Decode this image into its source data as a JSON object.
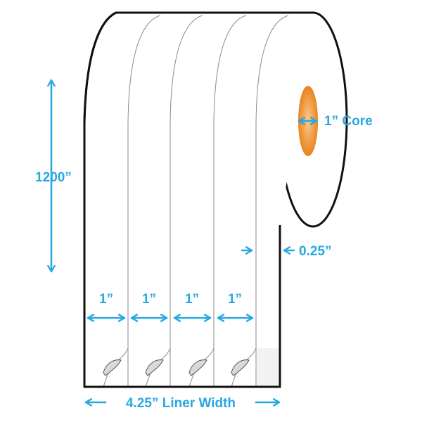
{
  "labels": {
    "length": "1200”",
    "core": "1” Core",
    "gap": "0.25”",
    "label_widths": [
      "1”",
      "1”",
      "1”",
      "1”"
    ],
    "liner": "4.25” Liner Width"
  },
  "colors": {
    "accent": "#29a8e0",
    "outline": "#111111",
    "core_dark": "#e8841f",
    "core_light": "#fbc98a",
    "curl": "#d9d9d9"
  },
  "icons": {
    "arrow": "double-headed-arrow"
  }
}
